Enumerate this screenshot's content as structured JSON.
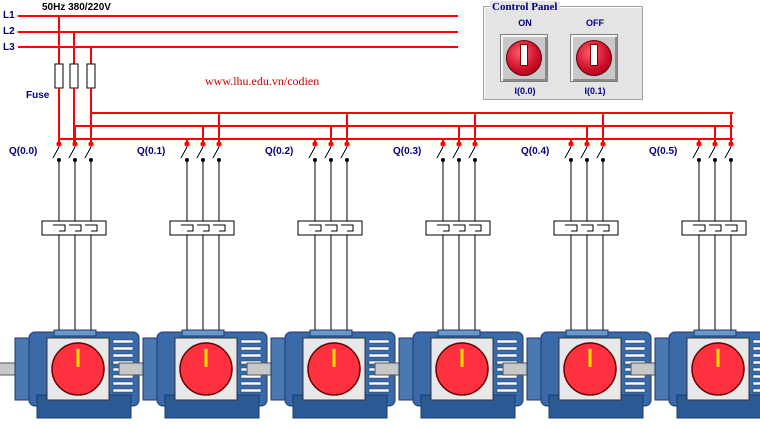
{
  "supply": {
    "spec": "50Hz 380/220V",
    "lines": [
      "L1",
      "L2",
      "L3"
    ],
    "fuse_label": "Fuse",
    "line_color": "#ff0000"
  },
  "watermark": "www.lhu.edu.vn/codien",
  "control_panel": {
    "title": "Control Panel",
    "on": {
      "label": "ON",
      "address": "I(0.0)"
    },
    "off": {
      "label": "OFF",
      "address": "I(0.1)"
    }
  },
  "outputs": [
    {
      "label": "Q(0.0)"
    },
    {
      "label": "Q(0.1)"
    },
    {
      "label": "Q(0.2)"
    },
    {
      "label": "Q(0.3)"
    },
    {
      "label": "Q(0.4)"
    },
    {
      "label": "Q(0.5)"
    }
  ],
  "colors": {
    "wire": "#000000",
    "contact": "#ff0000",
    "motor_body": "#3a6aa8",
    "motor_face": "#ff3040",
    "text": "#000080"
  }
}
